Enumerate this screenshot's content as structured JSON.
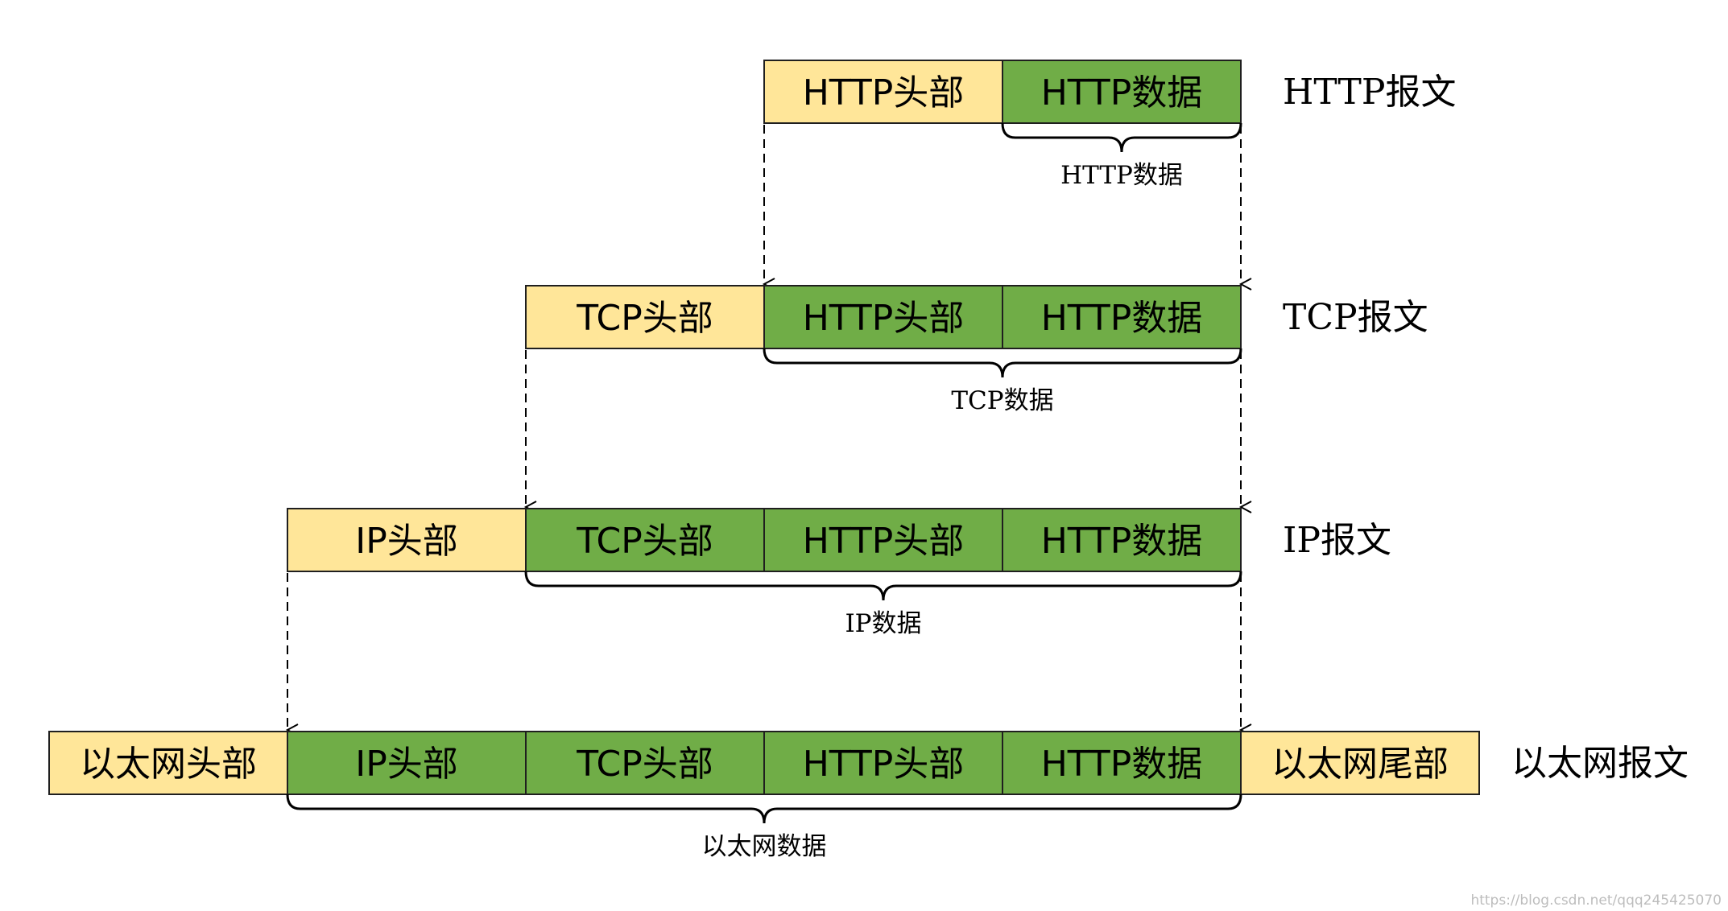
{
  "colors": {
    "header_fill": "#FFE699",
    "data_fill": "#70AD47",
    "border": "#1f1f1f",
    "line": "#000000"
  },
  "rows": [
    {
      "id": "http",
      "label": "HTTP报文",
      "brace_label": "HTTP数据",
      "cells": [
        {
          "text": "HTTP头部",
          "kind": "header"
        },
        {
          "text": "HTTP数据",
          "kind": "data"
        }
      ]
    },
    {
      "id": "tcp",
      "label": "TCP报文",
      "brace_label": "TCP数据",
      "cells": [
        {
          "text": "TCP头部",
          "kind": "header"
        },
        {
          "text": "HTTP头部",
          "kind": "data"
        },
        {
          "text": "HTTP数据",
          "kind": "data"
        }
      ]
    },
    {
      "id": "ip",
      "label": "IP报文",
      "brace_label": "IP数据",
      "cells": [
        {
          "text": "IP头部",
          "kind": "header"
        },
        {
          "text": "TCP头部",
          "kind": "data"
        },
        {
          "text": "HTTP头部",
          "kind": "data"
        },
        {
          "text": "HTTP数据",
          "kind": "data"
        }
      ]
    },
    {
      "id": "ethernet",
      "label": "以太网报文",
      "brace_label": "以太网数据",
      "cells": [
        {
          "text": "以太网头部",
          "kind": "header"
        },
        {
          "text": "IP头部",
          "kind": "data"
        },
        {
          "text": "TCP头部",
          "kind": "data"
        },
        {
          "text": "HTTP头部",
          "kind": "data"
        },
        {
          "text": "HTTP数据",
          "kind": "data"
        },
        {
          "text": "以太网尾部",
          "kind": "header"
        }
      ]
    }
  ],
  "watermark": "https://blog.csdn.net/qqq24542507​0"
}
